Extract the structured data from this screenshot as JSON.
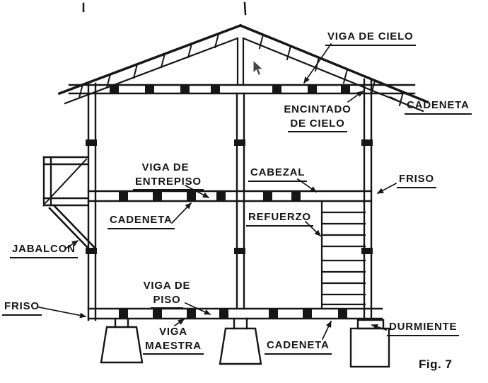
{
  "colors": {
    "ink": "#161616",
    "paper": "#ffffff",
    "cursor": "#474747"
  },
  "figure_caption": "Fig. 7",
  "labels": {
    "viga_de_cielo": "VIGA DE CIELO",
    "encintado": {
      "line1": "ENCINTADO",
      "line2": "DE CIELO"
    },
    "cadeneta_roof": "CADENETA",
    "viga_entrepiso": {
      "line1": "VIGA DE",
      "line2": "ENTREPISO"
    },
    "cabezal": "CABEZAL",
    "friso_right": "FRISO",
    "cadeneta_mid": "CADENETA",
    "refuerzo": "REFUERZO",
    "jabalcon": "JABALCON",
    "viga_piso": {
      "line1": "VIGA DE",
      "line2": "PISO"
    },
    "friso_left": "FRISO",
    "viga_maestra": {
      "line1": "VIGA",
      "line2": "MAESTRA"
    },
    "cadeneta_bottom": "CADENETA",
    "durmiente": "DURMIENTE"
  }
}
